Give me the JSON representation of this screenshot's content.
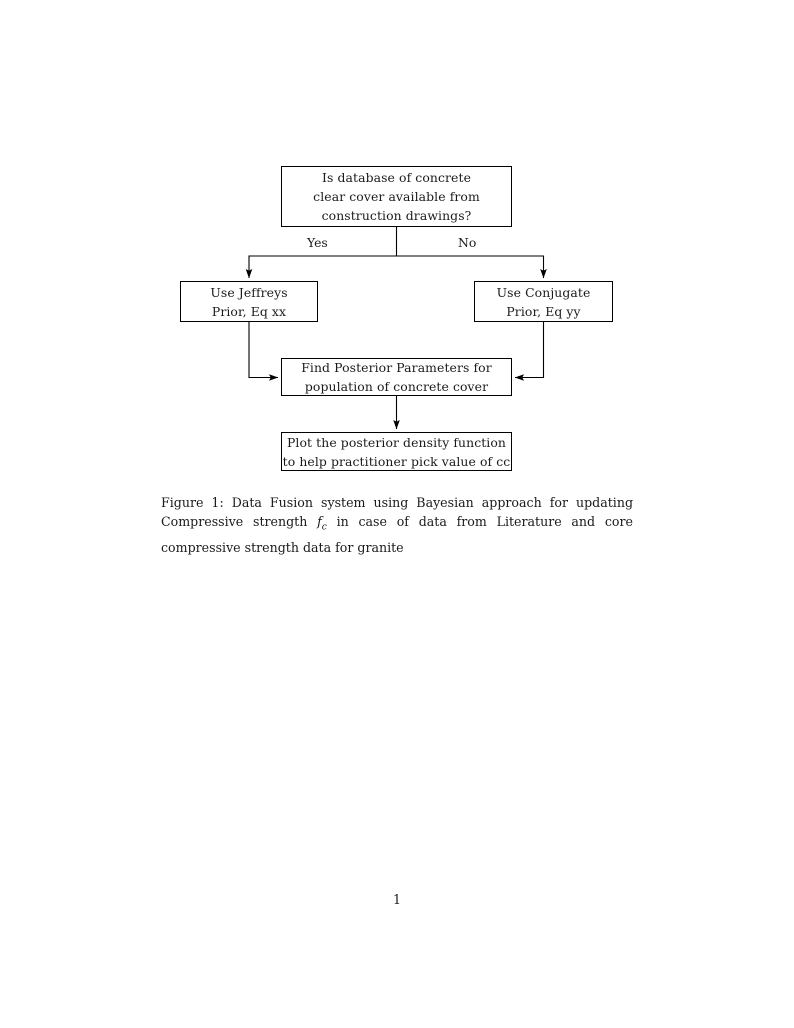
{
  "document": {
    "page_number": "1"
  },
  "figure": {
    "nodes": {
      "question": {
        "line1": "Is database of concrete",
        "line2": "clear cover available from",
        "line3": "construction drawings?"
      },
      "jeffreys": {
        "line1": "Use Jeffreys",
        "line2": "Prior, Eq xx"
      },
      "conjugate": {
        "line1": "Use Conjugate",
        "line2": "Prior, Eq yy"
      },
      "posterior": {
        "line1": "Find Posterior Parameters for",
        "line2": "population of concrete cover"
      },
      "plot": {
        "line1": "Plot the posterior density function",
        "line2": "to help practitioner pick value of cc"
      }
    },
    "edge_labels": {
      "yes": "Yes",
      "no": "No"
    },
    "stroke_color": "#000000"
  },
  "caption": {
    "label": "Figure 1:",
    "text_before_math": " Data Fusion system using Bayesian approach for updating Compressive strength ",
    "math_base": "f",
    "math_sub": "c",
    "text_after_math": " in case of data from Literature and core compressive strength data for granite"
  }
}
